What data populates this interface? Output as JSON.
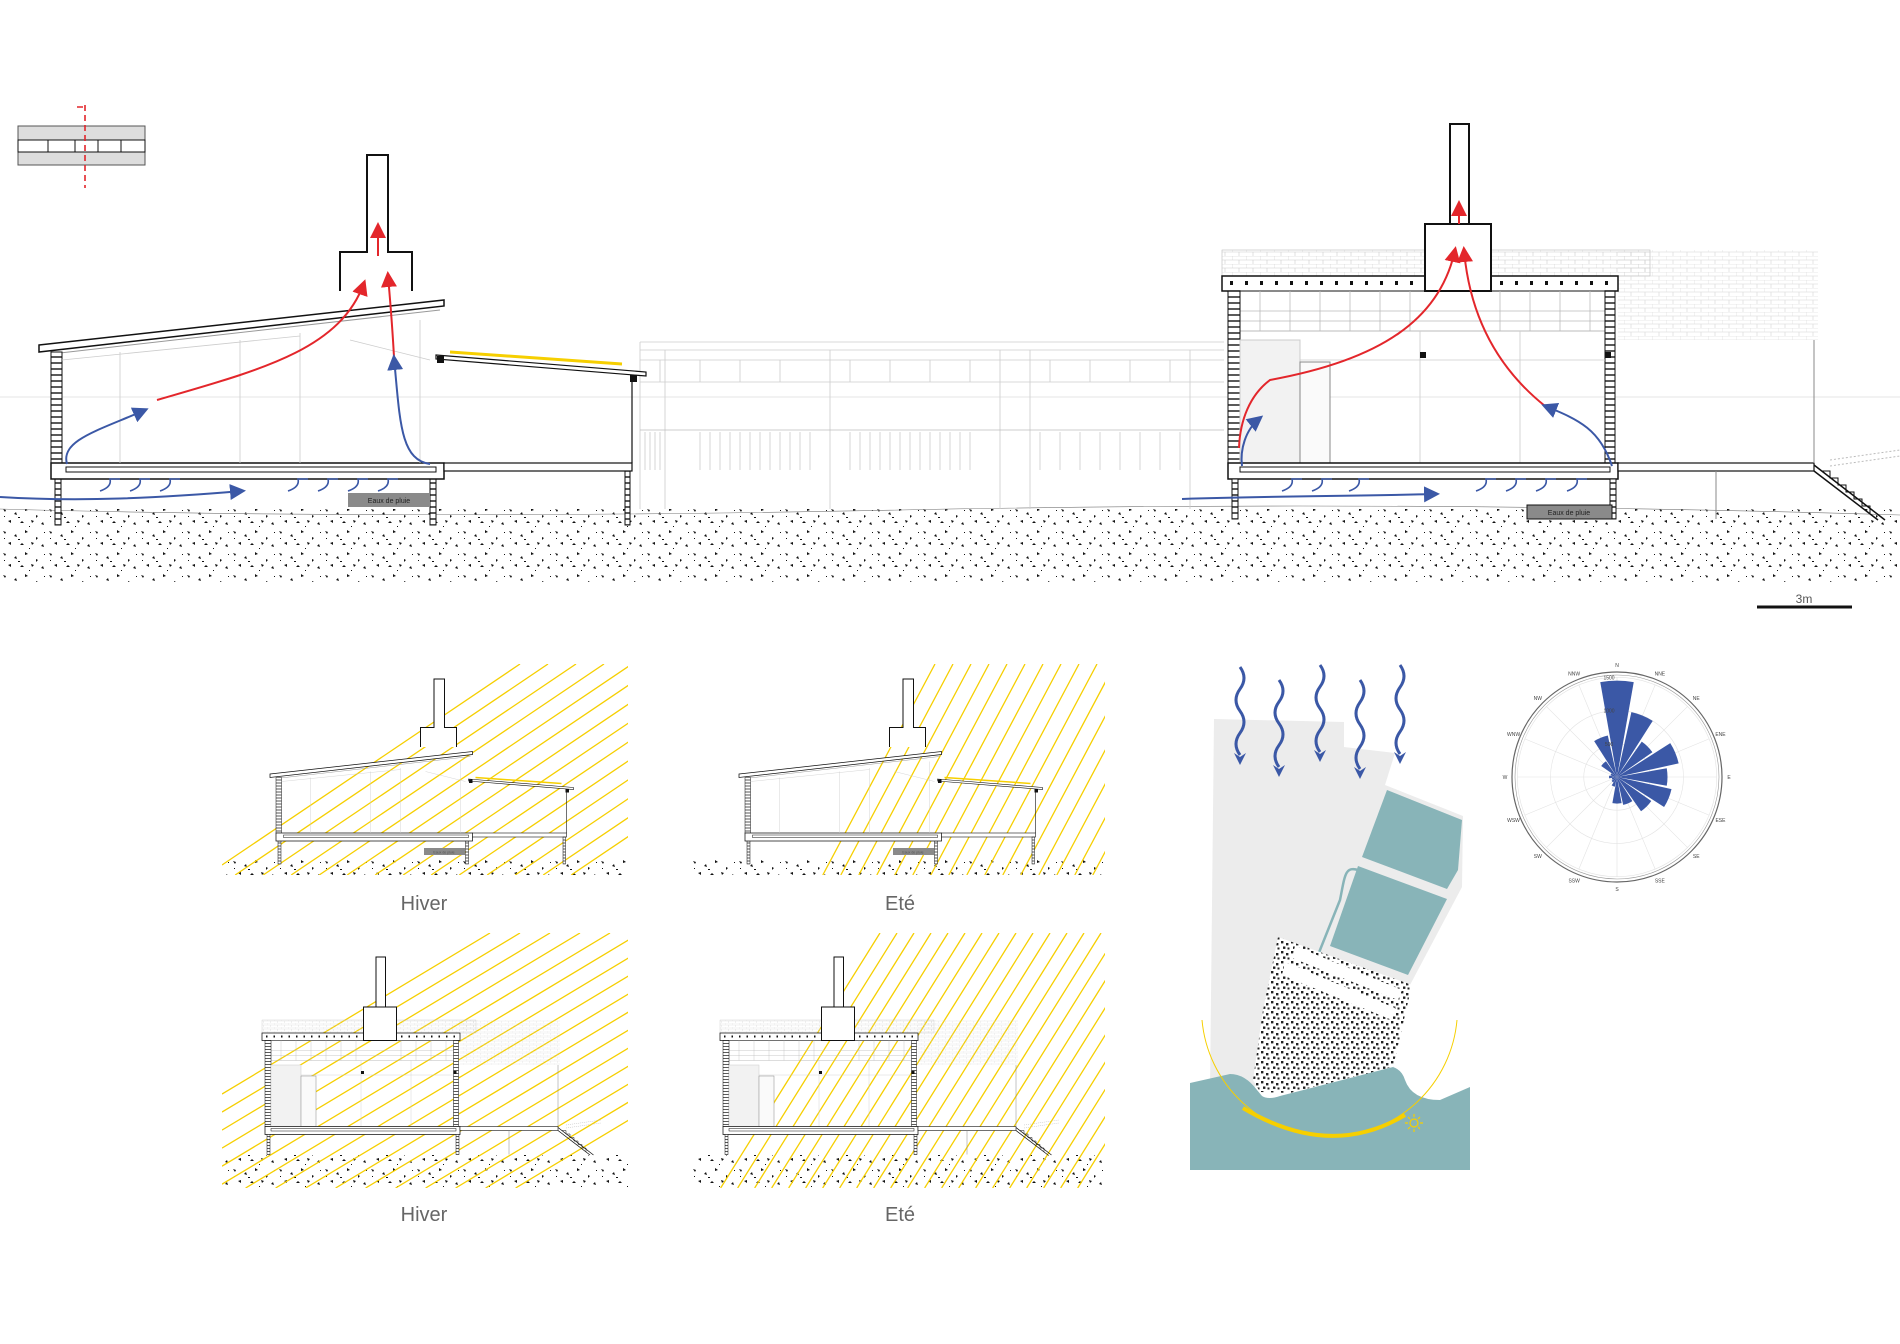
{
  "section_labels": {
    "rainwater_left": "Eaux de pluie",
    "rainwater_right": "Eaux de pluie",
    "rainwater_small_1": "Eaux de pluie",
    "rainwater_small_2": "Eaux de pluie",
    "scale_bar": "3m"
  },
  "seasons": [
    {
      "label": "Hiver"
    },
    {
      "label": "Eté"
    },
    {
      "label": "Hiver"
    },
    {
      "label": "Eté"
    }
  ],
  "colors": {
    "cold_air": "#3b58a6",
    "warm_air": "#e3262b",
    "sun": "#f6cf00",
    "water": "#88b4b8",
    "site": "#ececec"
  },
  "icons": [
    "wind-arrow-icon",
    "sun-icon",
    "section-cut-marker-icon"
  ],
  "chart_data": {
    "type": "polar-bar",
    "title": "",
    "directions": [
      "N",
      "NNE",
      "NE",
      "ENE",
      "E",
      "ESE",
      "SE",
      "SSE",
      "S",
      "SSW",
      "SW",
      "WSW",
      "W",
      "WNW",
      "NW",
      "NNW"
    ],
    "values": [
      1450,
      1000,
      650,
      950,
      760,
      840,
      630,
      430,
      400,
      150,
      100,
      80,
      120,
      100,
      290,
      640
    ],
    "radial_ticks": [
      500,
      1000,
      1500
    ],
    "rmax": 1550,
    "color": "#3b58a6"
  }
}
